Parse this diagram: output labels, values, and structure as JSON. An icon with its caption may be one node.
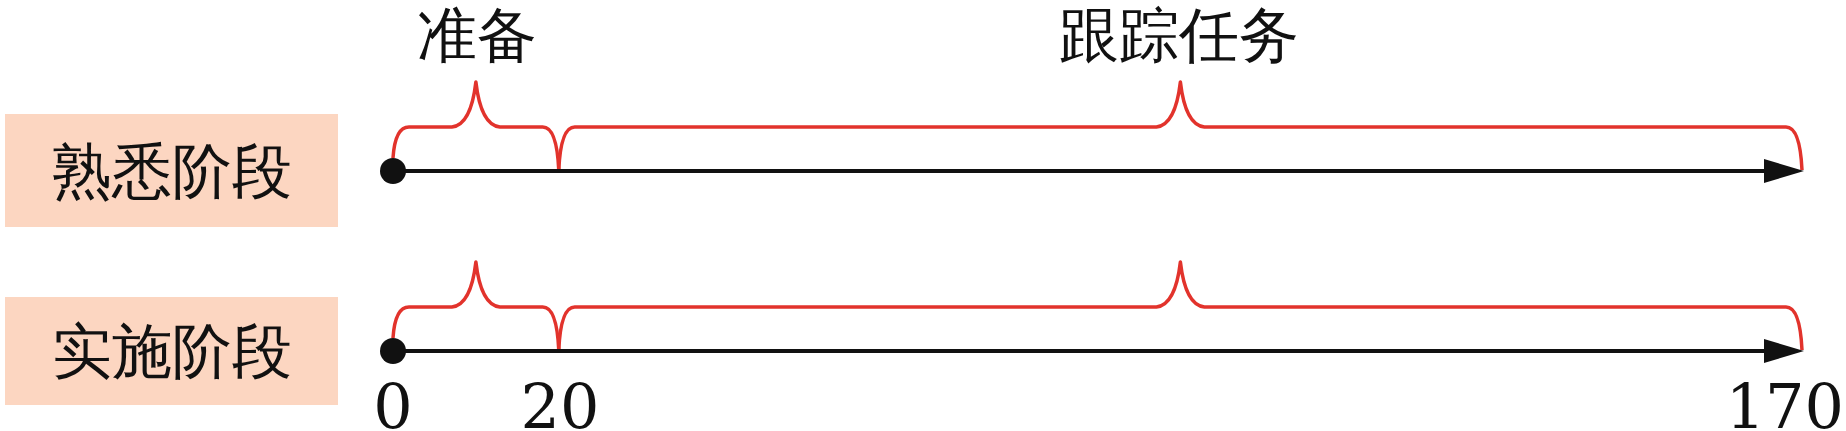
{
  "diagram": {
    "nodes": [
      {
        "text": [
          "熟悉阶段"
        ]
      },
      {
        "text": [
          "实施阶段"
        ]
      }
    ],
    "labels": [
      "准备",
      "跟踪任务",
      "0",
      "20",
      "170"
    ]
  }
}
